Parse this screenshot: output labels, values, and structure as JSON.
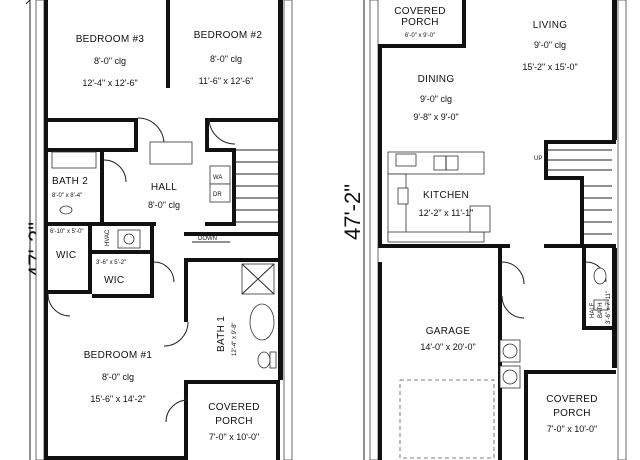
{
  "left_plan": {
    "overall_dimension": "47'-2\"",
    "rooms": {
      "bedroom3": {
        "name": "BEDROOM #3",
        "ceiling": "8'-0\" clg",
        "size": "12'-4\" x 12'-6\""
      },
      "bedroom2": {
        "name": "BEDROOM #2",
        "ceiling": "8'-0\" clg",
        "size": "11'-6\" x 12'-6\""
      },
      "bath2": {
        "name": "BATH 2",
        "size": "8'-0\" x 8'-4\""
      },
      "hall": {
        "name": "HALL",
        "ceiling": "8'-0\" clg"
      },
      "wic_closet": {
        "size": "6'-10\" x 5'-0\""
      },
      "wic1": {
        "name": "WIC"
      },
      "wic2": {
        "name": "WIC",
        "size": "3'-6\" x 5'-2\""
      },
      "hvac": {
        "name": "HVAC"
      },
      "wa": {
        "name": "WA"
      },
      "dr": {
        "name": "DR"
      },
      "stair": {
        "label": "DOWN"
      },
      "bath1": {
        "name": "BATH 1",
        "size": "12'-4\" x 9'-8\""
      },
      "bedroom1": {
        "name": "BEDROOM #1",
        "ceiling": "8'-0\" clg",
        "size": "15'-6\" x 14'-2\""
      },
      "porch": {
        "name_line1": "COVERED",
        "name_line2": "PORCH",
        "size": "7'-0\" x 10'-0\""
      }
    }
  },
  "right_plan": {
    "overall_dimension": "47'-2\"",
    "rooms": {
      "porch_top": {
        "name_line1": "COVERED",
        "name_line2": "PORCH",
        "size": "6'-0\" x 9'-0\""
      },
      "living": {
        "name": "LIVING",
        "ceiling": "9'-0\" clg",
        "size": "15'-2\" x 15'-0\""
      },
      "dining": {
        "name": "DINING",
        "ceiling": "9'-0\" clg",
        "size": "9'-8\" x 9'-0\""
      },
      "stair": {
        "label": "UP"
      },
      "kitchen": {
        "name": "KITCHEN",
        "size": "12'-2\" x 11'-1\""
      },
      "half_bath": {
        "name_line1": "HALF",
        "name_line2": "BATH",
        "size": "3'-6\" x 7'-11\""
      },
      "garage": {
        "name": "GARAGE",
        "size": "14'-0\" x 20'-0\""
      },
      "porch_bottom": {
        "name_line1": "COVERED",
        "name_line2": "PORCH",
        "size": "7'-0\" x 10'-0\""
      }
    }
  }
}
